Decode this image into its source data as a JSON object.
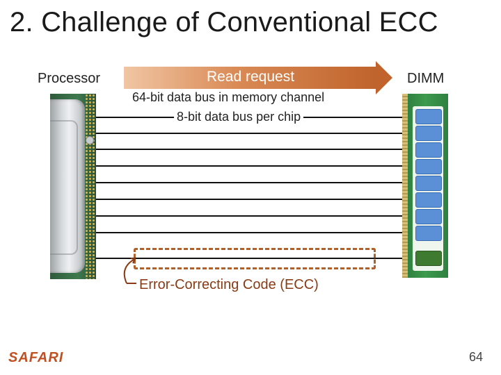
{
  "slide": {
    "title": "2. Challenge of Conventional ECC",
    "page_number": "64",
    "footer_logo_text": "SAFARI"
  },
  "diagram": {
    "processor_label": "Processor",
    "dimm_label": "DIMM",
    "request_arrow_label": "Read request",
    "bus_label_channel": "64-bit data bus in memory channel",
    "bus_label_chip": "8-bit data bus per chip",
    "ecc_label": "Error-Correcting Code (ECC)",
    "data_chip_count": 8,
    "ecc_chip_count": 1
  },
  "colors": {
    "arrow": "#c0632c",
    "ecc_highlight": "#b0602a",
    "ecc_text": "#8a3a14",
    "data_chip": "#5b8fd6",
    "ecc_chip": "#3e7a2f",
    "dimm_pcb": "#3d9a4e",
    "processor_pcb": "#3e7a4e",
    "footer_logo": "#c0501f"
  }
}
